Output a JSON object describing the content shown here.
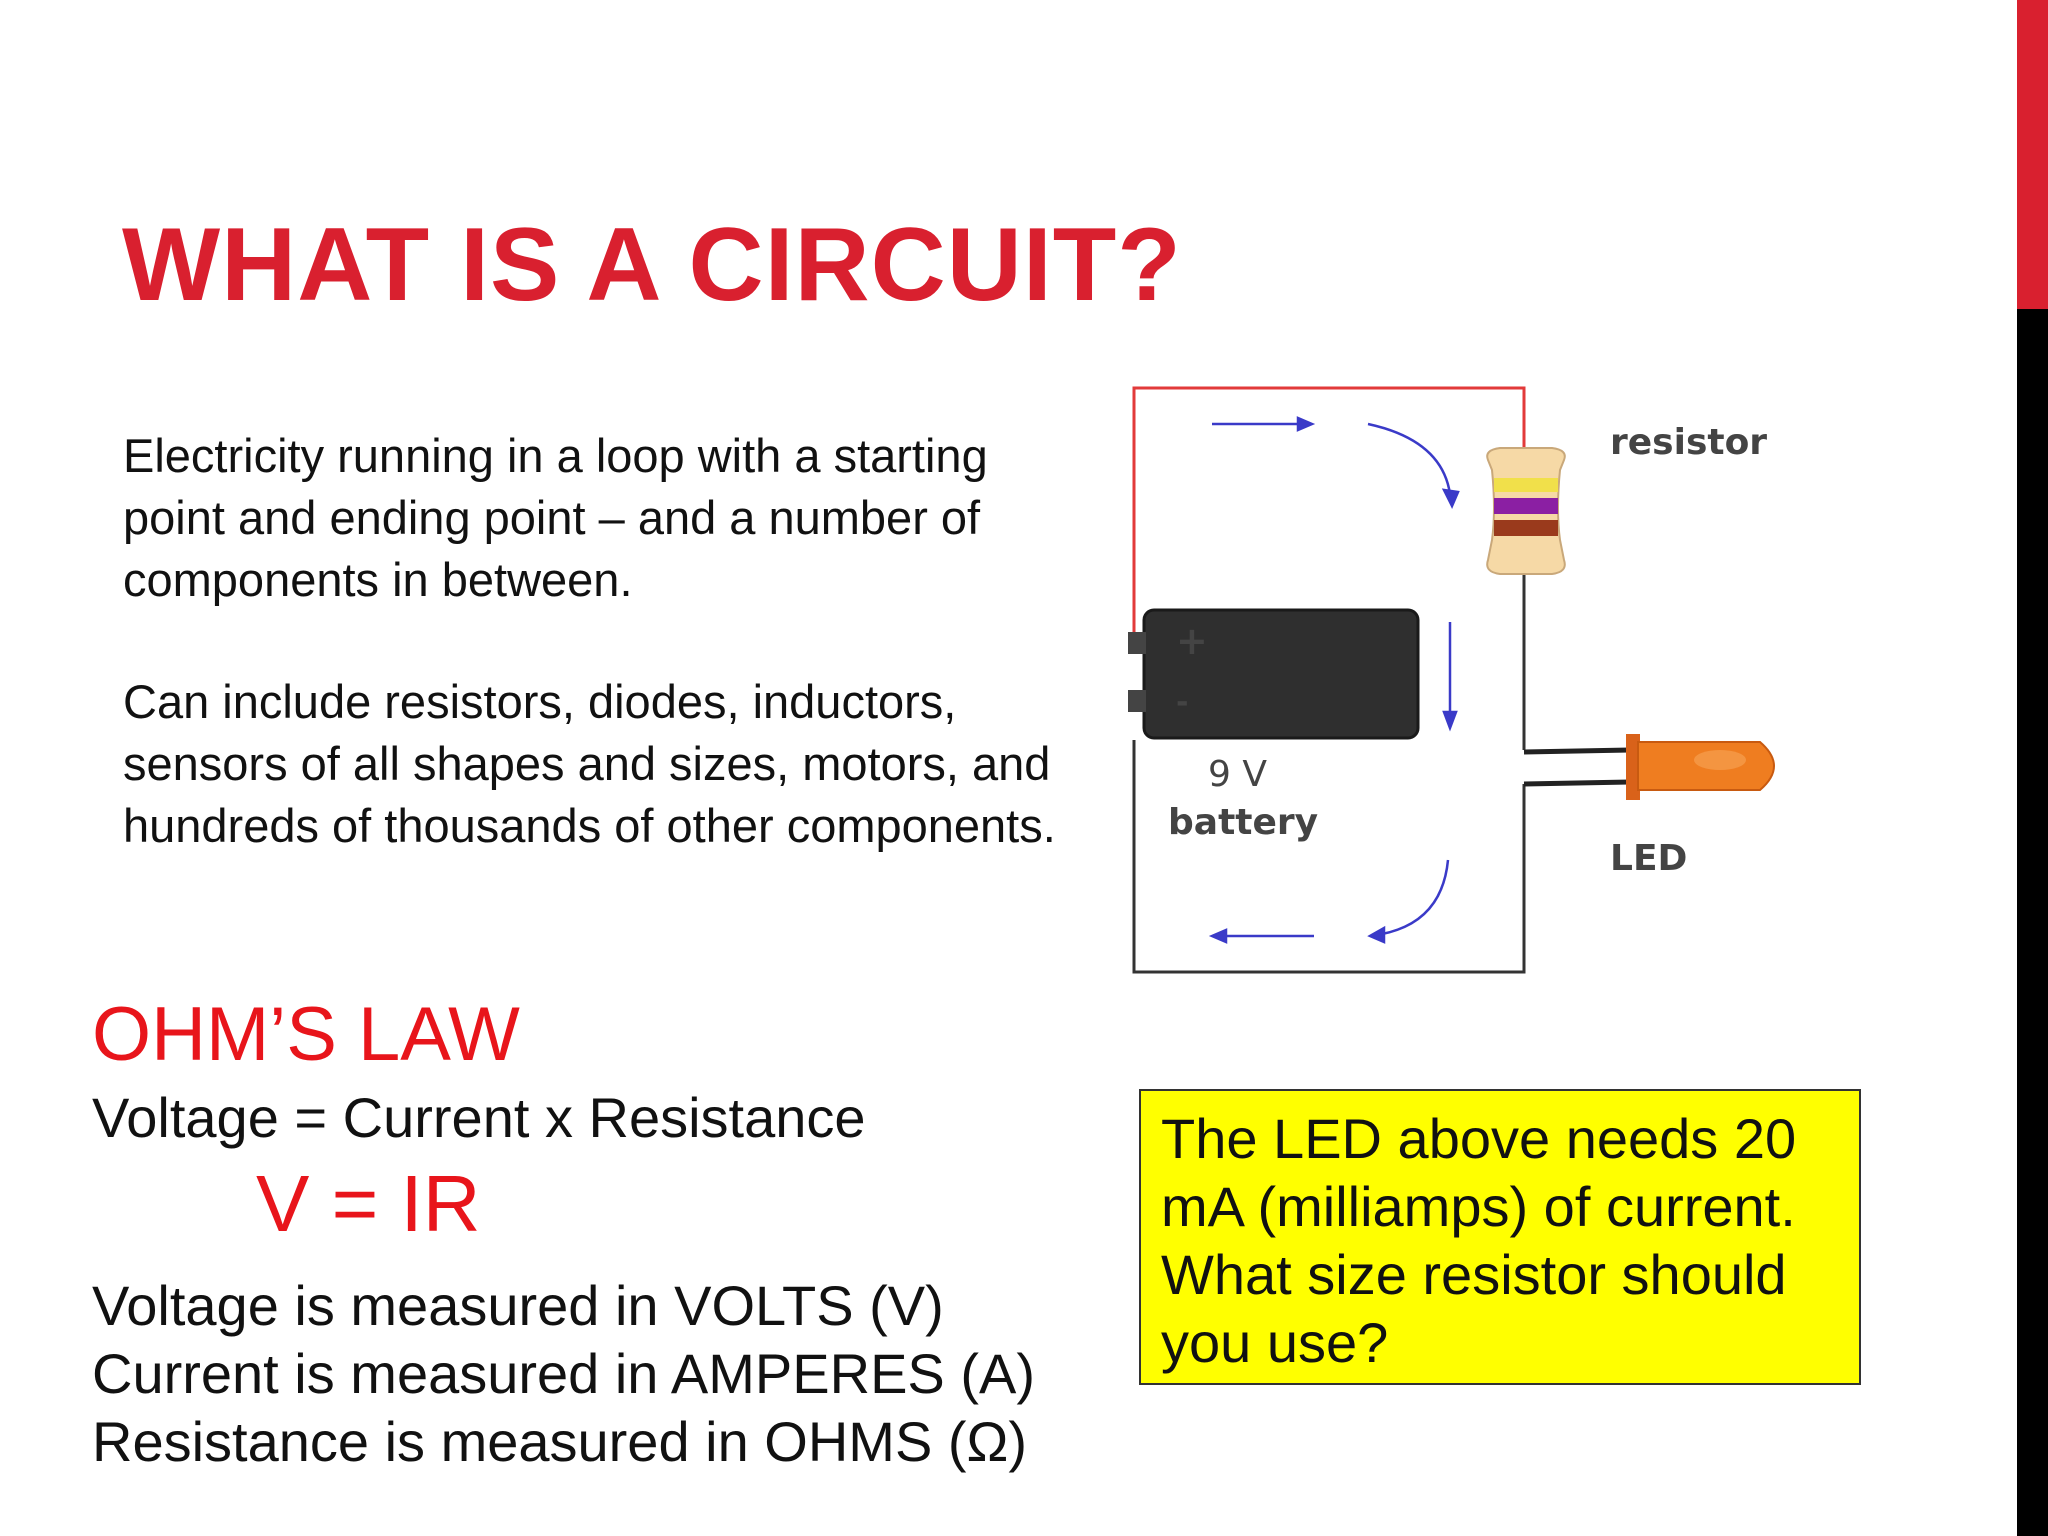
{
  "slide": {
    "title": "WHAT IS A CIRCUIT?",
    "paragraphs": [
      "Electricity running in a loop with a starting point and ending point – and a number of components in between.",
      "Can include resistors, diodes, inductors, sensors of all shapes and sizes, motors, and hundreds of thousands of other components."
    ],
    "ohms_law": {
      "heading": "OHM’S LAW",
      "definition": "Voltage = Current x Resistance",
      "formula": "V = IR",
      "units": [
        "Voltage is measured in VOLTS (V)",
        "Current is measured in AMPERES (A)",
        "Resistance is measured in OHMS (Ω)"
      ]
    },
    "question": "The LED above needs 20 mA (milliamps) of current. What size resistor should you use?",
    "diagram": {
      "labels": {
        "resistor": "resistor",
        "battery_voltage": "9 V",
        "battery": "battery",
        "led": "LED",
        "plus": "+",
        "minus": "-"
      }
    },
    "colors": {
      "accent_red": "#d9202f",
      "heading_red": "#e8151b",
      "highlight_yellow": "#ffff00",
      "side_bar_black": "#000000"
    }
  }
}
